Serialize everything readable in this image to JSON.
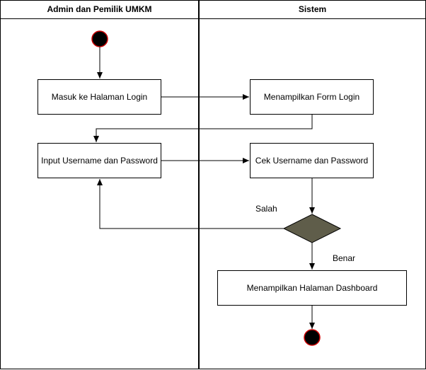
{
  "lanes": {
    "left": "Admin dan Pemilik UMKM",
    "right": "Sistem"
  },
  "nodes": {
    "login_page": "Masuk ke Halaman Login",
    "show_form": "Menampilkan Form Login",
    "input_credentials": "Input Username dan Password",
    "check_credentials": "Cek Username dan Password",
    "show_dashboard": "Menampilkan Halaman Dashboard"
  },
  "guards": {
    "wrong": "Salah",
    "right": "Benar"
  },
  "colors": {
    "start_fill": "#000000",
    "start_stroke": "#cc0000",
    "decision_fill": "#5f5d4a"
  }
}
